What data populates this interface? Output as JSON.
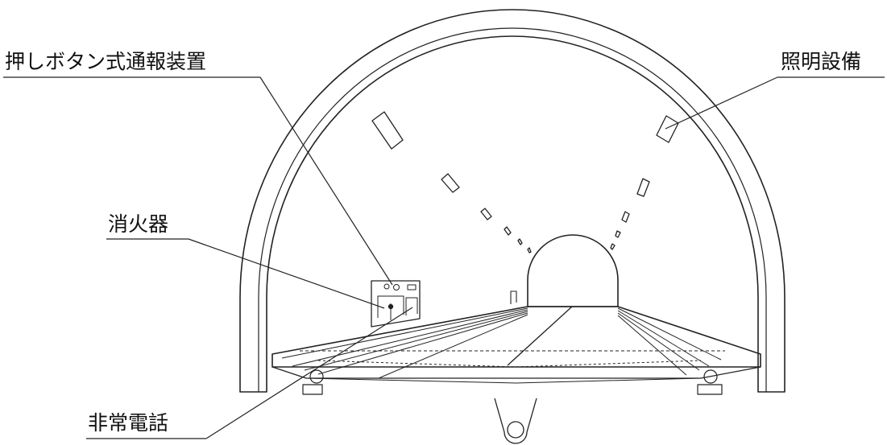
{
  "labels": {
    "push_button_alarm": "押しボタン式通報装置",
    "lighting": "照明設備",
    "extinguisher": "消火器",
    "emergency_phone": "非常電話"
  }
}
